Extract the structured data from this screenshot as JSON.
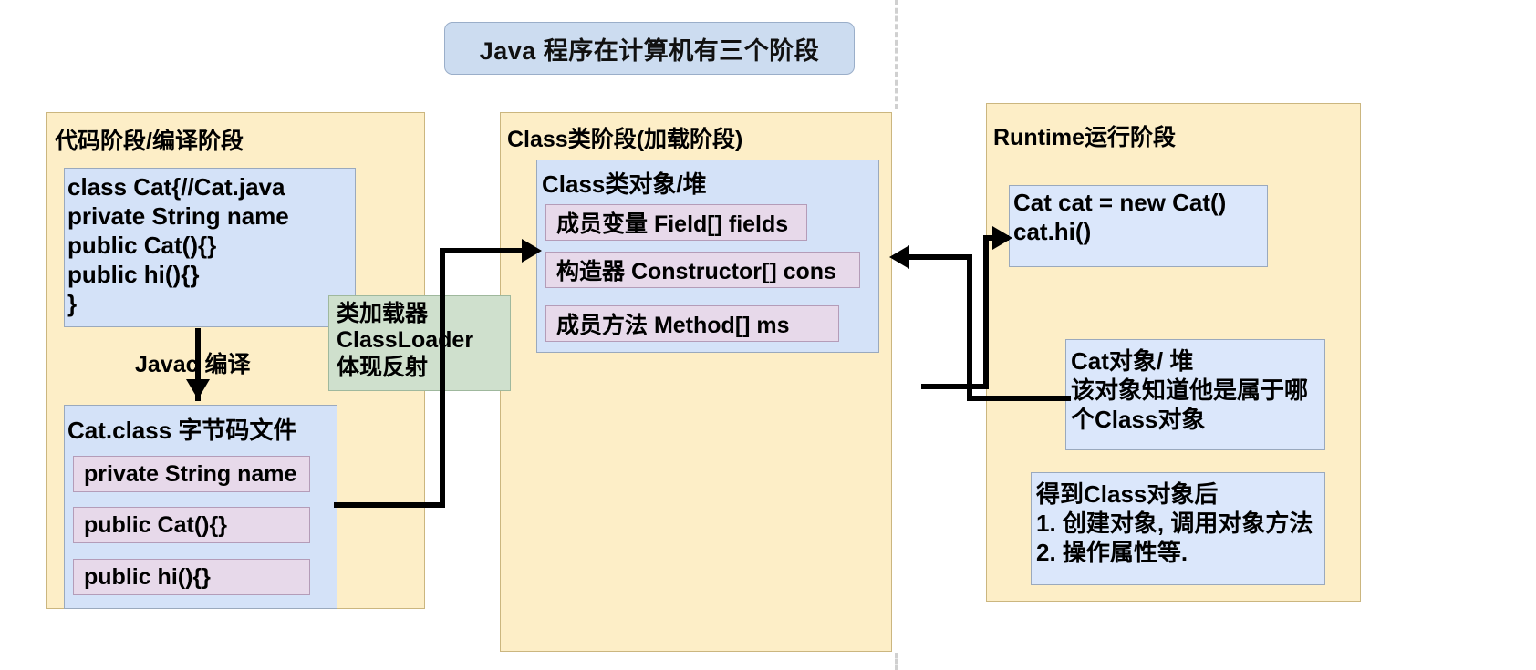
{
  "title": {
    "text": "Java 程序在计算机有三个阶段"
  },
  "colors": {
    "phase_bg": "#fdeec7",
    "phase_border": "#cbb67f",
    "blue_box": "#d4e2f8",
    "pink_box": "#e7d9ea",
    "green_box": "#cfe0cd",
    "title_box": "#ccdcf0",
    "connector": "#000000",
    "guide_line": "#d0d0d0"
  },
  "phases": [
    {
      "id": "compile",
      "heading": "代码阶段/编译阶段",
      "source_code": {
        "label": "source-code-box",
        "lines": [
          "class Cat{//Cat.java",
          "private String name",
          "public Cat(){}",
          "public hi(){}",
          "}"
        ]
      },
      "edge_label": "Javac 编译",
      "bytecode": {
        "heading": "Cat.class 字节码文件",
        "members": [
          "private String name",
          "public Cat(){}",
          "public hi(){}"
        ]
      }
    },
    {
      "id": "class-load",
      "heading": "Class类阶段(加载阶段)",
      "class_object": {
        "heading": "Class类对象/堆",
        "members": [
          "成员变量 Field[] fields",
          "构造器 Constructor[] cons",
          "成员方法 Method[] ms"
        ]
      }
    },
    {
      "id": "runtime",
      "heading": "Runtime运行阶段",
      "boxes": [
        {
          "name": "new-instance-box",
          "lines": [
            "Cat cat = new Cat()",
            "cat.hi()"
          ]
        },
        {
          "name": "cat-object-box",
          "lines": [
            "Cat对象/ 堆",
            "该对象知道他是属于哪",
            "个Class对象"
          ]
        },
        {
          "name": "after-class-object-box",
          "lines": [
            "得到Class对象后",
            "1. 创建对象, 调用对象方法",
            "2. 操作属性等."
          ]
        }
      ]
    }
  ],
  "annotations": {
    "class_loader": {
      "name": "class-loader-note",
      "lines": [
        "类加载器",
        "ClassLoader",
        "体现反射"
      ]
    }
  }
}
